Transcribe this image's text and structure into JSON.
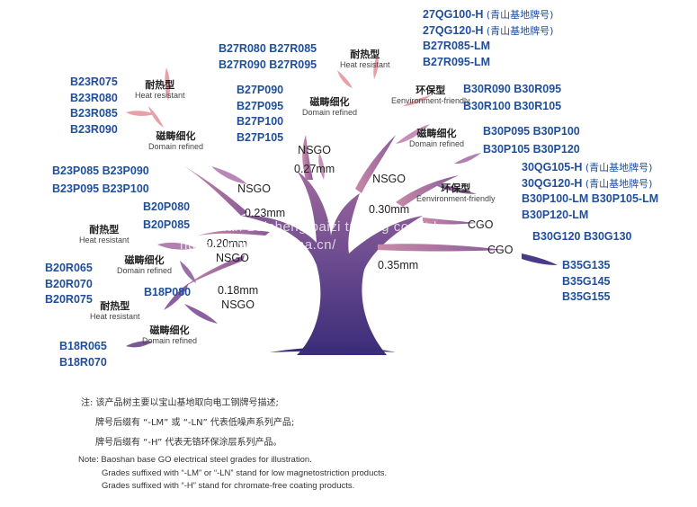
{
  "colors": {
    "grade": "#1f4f9a",
    "trunk_top": "#8a5a9a",
    "trunk_bottom": "#3a2a78",
    "leaf": "#e8a0a8",
    "branch": "#9a6a9a"
  },
  "groups": {
    "g27qg": [
      "27QG100-H",
      "27QG120-H",
      "B27R085-LM",
      "B27R095-LM"
    ],
    "g27qg_cn": [
      "(青山基地牌号)",
      "(青山基地牌号)"
    ],
    "g27r": [
      "B27R080 B27R085",
      "B27R090 B27R095"
    ],
    "g23r": [
      "B23R075",
      "B23R080",
      "B23R085",
      "B23R090"
    ],
    "g27p": [
      "B27P090",
      "B27P095",
      "B27P100",
      "B27P105"
    ],
    "g30r": [
      "B30R090 B30R095",
      "B30R100 B30R105"
    ],
    "g30p": [
      "B30P095 B30P100",
      "B30P105 B30P120"
    ],
    "g30qg": [
      "30QG105-H",
      "30QG120-H",
      "B30P100-LM B30P105-LM",
      "B30P120-LM"
    ],
    "g30qg_cn": [
      "(青山基地牌号)",
      "(青山基地牌号)"
    ],
    "g23p": [
      "B23P085 B23P090",
      "B23P095 B23P100"
    ],
    "g20p": [
      "B20P080",
      "B20P085"
    ],
    "g20r": [
      "B20R065",
      "B20R070",
      "B20R075"
    ],
    "g18p": [
      "B18P080"
    ],
    "g18r": [
      "B18R065",
      "B18R070"
    ],
    "g30g": [
      "B30G120 B30G130"
    ],
    "g35g": [
      "B35G135",
      "B35G145",
      "B35G155"
    ]
  },
  "categories": {
    "heat": {
      "cn": "耐热型",
      "en": "Heat resistant"
    },
    "domain": {
      "cn": "磁畴细化",
      "en": "Domain refined"
    },
    "env": {
      "cn": "环保型",
      "en": "Eenvironment-friendly"
    }
  },
  "thickness": {
    "nsgo": "NSGO",
    "cgo": "CGO",
    "t027": "0.27mm",
    "t030": "0.30mm",
    "t023": "0.23mm",
    "t020": "0.20mm",
    "t035": "0.35mm",
    "t018": "0.18mm"
  },
  "notes": {
    "cn": [
      "注: 该产品树主要以宝山基地取向电工钢牌号描述;",
      "牌号后缀有 “-LM” 或 “-LN” 代表低噪声系列产品;",
      "牌号后缀有 “-H” 代表无铬环保涂层系列产品。"
    ],
    "en": [
      "Note: Baoshan base GO electrical steel grades for illustration.",
      "Grades suffixed with “-LM” or “-LN” stand for low magnetostriction products.",
      "Grades suffixed with “-H” stand for chromate-free coating products."
    ]
  },
  "watermark": [
    "Wuhan Baisheng baizi trading co., ltd",
    "https://www.en.china.cn/"
  ]
}
